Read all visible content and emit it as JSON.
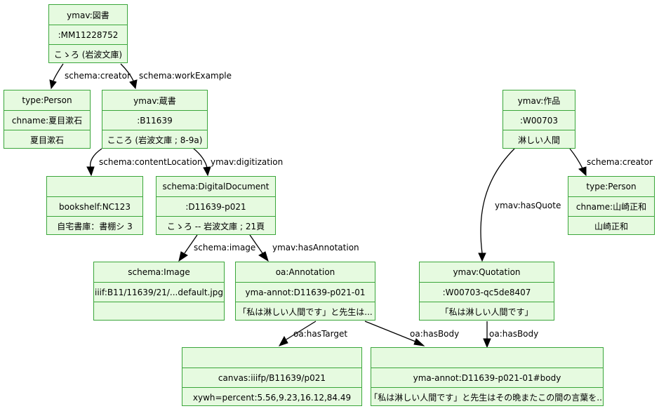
{
  "nodes": {
    "tosho": [
      "ymav:図書",
      ":MM11228752",
      "こゝろ (岩波文庫)"
    ],
    "person1": [
      "type:Person",
      "chname:夏目漱石",
      "夏目漱石"
    ],
    "zosho": [
      "ymav:蔵書",
      ":B11639",
      "こころ (岩波文庫 ; 8-9a)"
    ],
    "sakuhin": [
      "ymav:作品",
      ":W00703",
      "淋しい人間"
    ],
    "person2": [
      "type:Person",
      "chname:山崎正和",
      "山崎正和"
    ],
    "shelf": [
      "",
      "bookshelf:NC123",
      "自宅書庫：書棚シ 3"
    ],
    "digdoc": [
      "schema:DigitalDocument",
      ":D11639-p021",
      "こゝろ -- 岩波文庫 ; 21頁"
    ],
    "image": [
      "schema:Image",
      "iiif:B11/11639/21/...default.jpg",
      ""
    ],
    "annot": [
      "oa:Annotation",
      "yma-annot:D11639-p021-01",
      "「私は淋しい人間です」と先生は..."
    ],
    "quote": [
      "ymav:Quotation",
      ":W00703-qc5de8407",
      "「私は淋しい人間です」"
    ],
    "canvas": [
      "",
      "canvas:iiifp/B11639/p021",
      "xywh=percent:5.56,9.23,16.12,84.49"
    ],
    "body": [
      "",
      "yma-annot:D11639-p021-01#body",
      "「私は淋しい人間です」と先生はその晩またこの間の言葉を..."
    ]
  },
  "edge_labels": {
    "tosho_person1": "schema:creator",
    "tosho_zosho": "schema:workExample",
    "zosho_shelf": "schema:contentLocation",
    "zosho_digdoc": "ymav:digitization",
    "sakuhin_quote": "ymav:hasQuote",
    "sakuhin_person2": "schema:creator",
    "digdoc_image": "schema:image",
    "digdoc_annot": "ymav:hasAnnotation",
    "annot_canvas": "oa:hasTarget",
    "annot_body": "oa:hasBody",
    "quote_body": "oa:hasBody"
  }
}
